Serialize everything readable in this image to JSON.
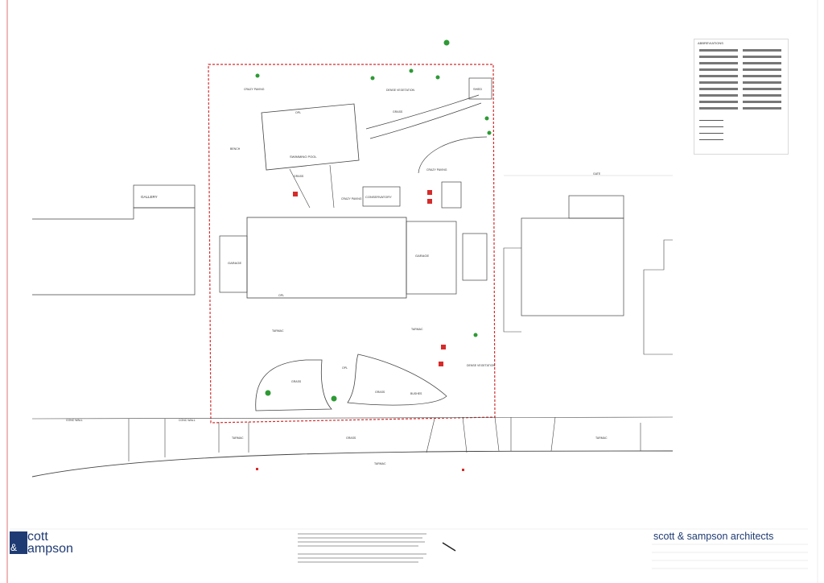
{
  "drawing": {
    "firm_name": "scott & sampson architects",
    "logo_line1": "scott",
    "logo_amp": "&",
    "logo_line2": "sampson",
    "legend_title": "ABBREVIATIONS"
  },
  "labels": {
    "gallery": "GALLERY",
    "conservatory": "CONSERVATORY",
    "swimming_pool": "SWIMMING POOL",
    "garage_left": "GARAGE",
    "garage_right": "GARAGE",
    "shed": "SHED",
    "dense_vegetation_top": "DENSE VEGETATION",
    "dense_vegetation_right": "DENSE VEGETATION",
    "grass_1": "GRASS",
    "grass_2": "GRASS",
    "grass_3": "GRASS",
    "grass_4": "GRASS",
    "grass_5": "GRASS",
    "tarmac_1": "TARMAC",
    "tarmac_2": "TARMAC",
    "tarmac_3": "TARMAC",
    "tarmac_4": "TARMAC",
    "tarmac_5": "TARMAC",
    "bench": "BENCH",
    "bushes": "BUSHES",
    "cone_wall_1": "CONC WALL",
    "cone_wall_2": "CONC WALL",
    "crazy_paving_1": "CRAZY PAVING",
    "crazy_paving_2": "CRAZY PAVING",
    "crazy_paving_3": "CRAZY PAVING",
    "gate": "GATE",
    "opl_1": "OPL",
    "opl_2": "OPL",
    "opl_3": "OPL"
  },
  "colors": {
    "boundary": "#d62b2b",
    "tree": "#2e9a35",
    "marker": "#d62b2b",
    "line": "#444444",
    "brand": "#1f3b73"
  }
}
